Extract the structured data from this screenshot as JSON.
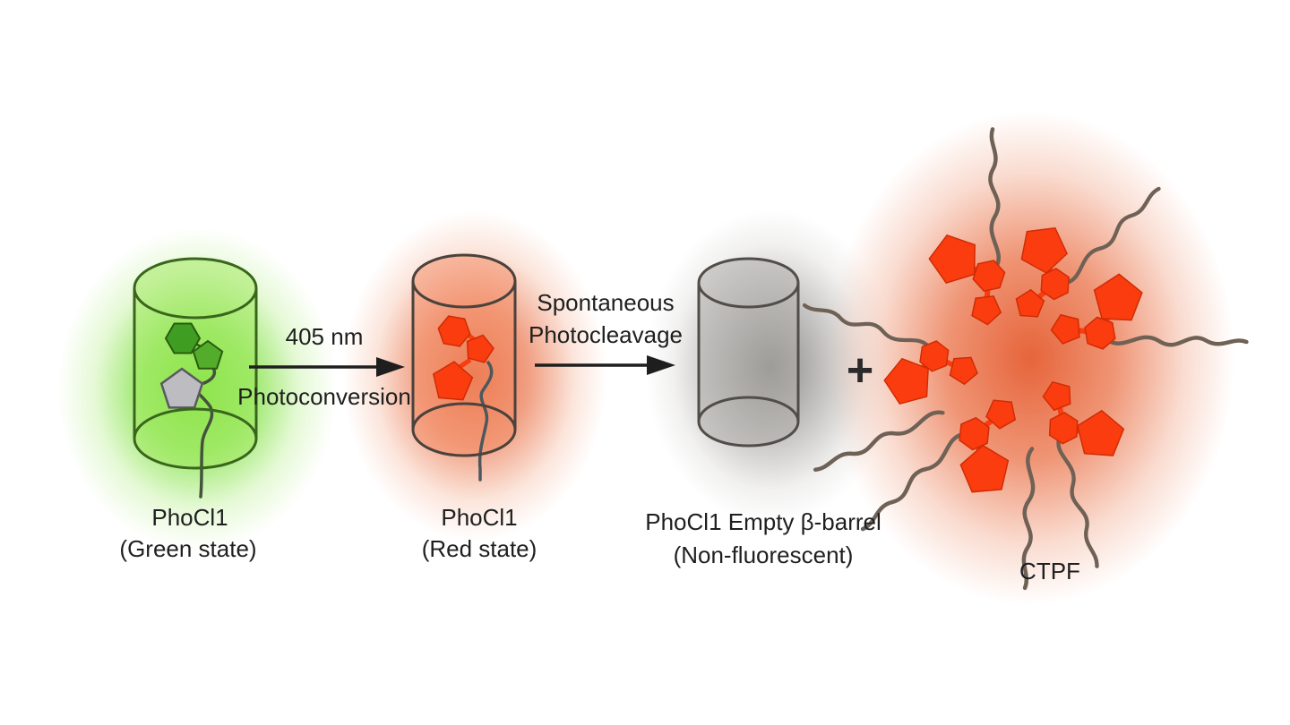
{
  "colors": {
    "green-glow": "#6ddc28",
    "green-outline": "#3a661c",
    "chromo-green-dark": "#3f9e22",
    "chromo-green": "#53ad2b",
    "chromo-gray": "#bdbcc0",
    "red-glow": "#e4663d",
    "red-outline": "#4a423c",
    "chromo-red": "#fa3c0e",
    "gray-glow": "#8f8d8a",
    "gray-outline": "#514d49",
    "tail": "#6f6156",
    "text": "#1f1f1f",
    "arrow": "#1e1e1e"
  },
  "stages": {
    "green": {
      "title": "PhoCl1",
      "subtitle": "(Green state)"
    },
    "red": {
      "title": "PhoCl1",
      "subtitle": "(Red state)"
    },
    "empty": {
      "title": "PhoCl1 Empty β-barrel",
      "subtitle": "(Non-fluorescent)"
    },
    "ctpf": {
      "title": "CTPF"
    }
  },
  "arrows": {
    "photoconversion": {
      "label_above": "405 nm",
      "label_below": "Photoconversion"
    },
    "photocleavage": {
      "line1": "Spontaneous",
      "line2": "Photocleavage"
    }
  },
  "operators": {
    "plus": "+"
  }
}
